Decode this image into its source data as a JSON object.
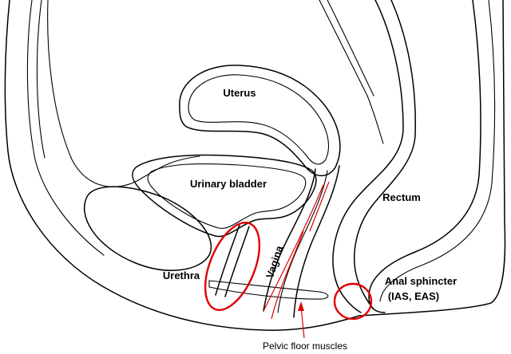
{
  "labels": {
    "uterus": "Uterus",
    "bladder": "Urinary bladder",
    "rectum": "Rectum",
    "vagina": "Vagina",
    "urethra": "Urethra",
    "anal_sphincter_line1": "Anal sphincter",
    "anal_sphincter_line2": "(IAS, EAS)",
    "pelvic_floor": "Pelvic floor muscles"
  },
  "colors": {
    "outline": "#000000",
    "highlight": "#e00000",
    "background": "#ffffff"
  }
}
